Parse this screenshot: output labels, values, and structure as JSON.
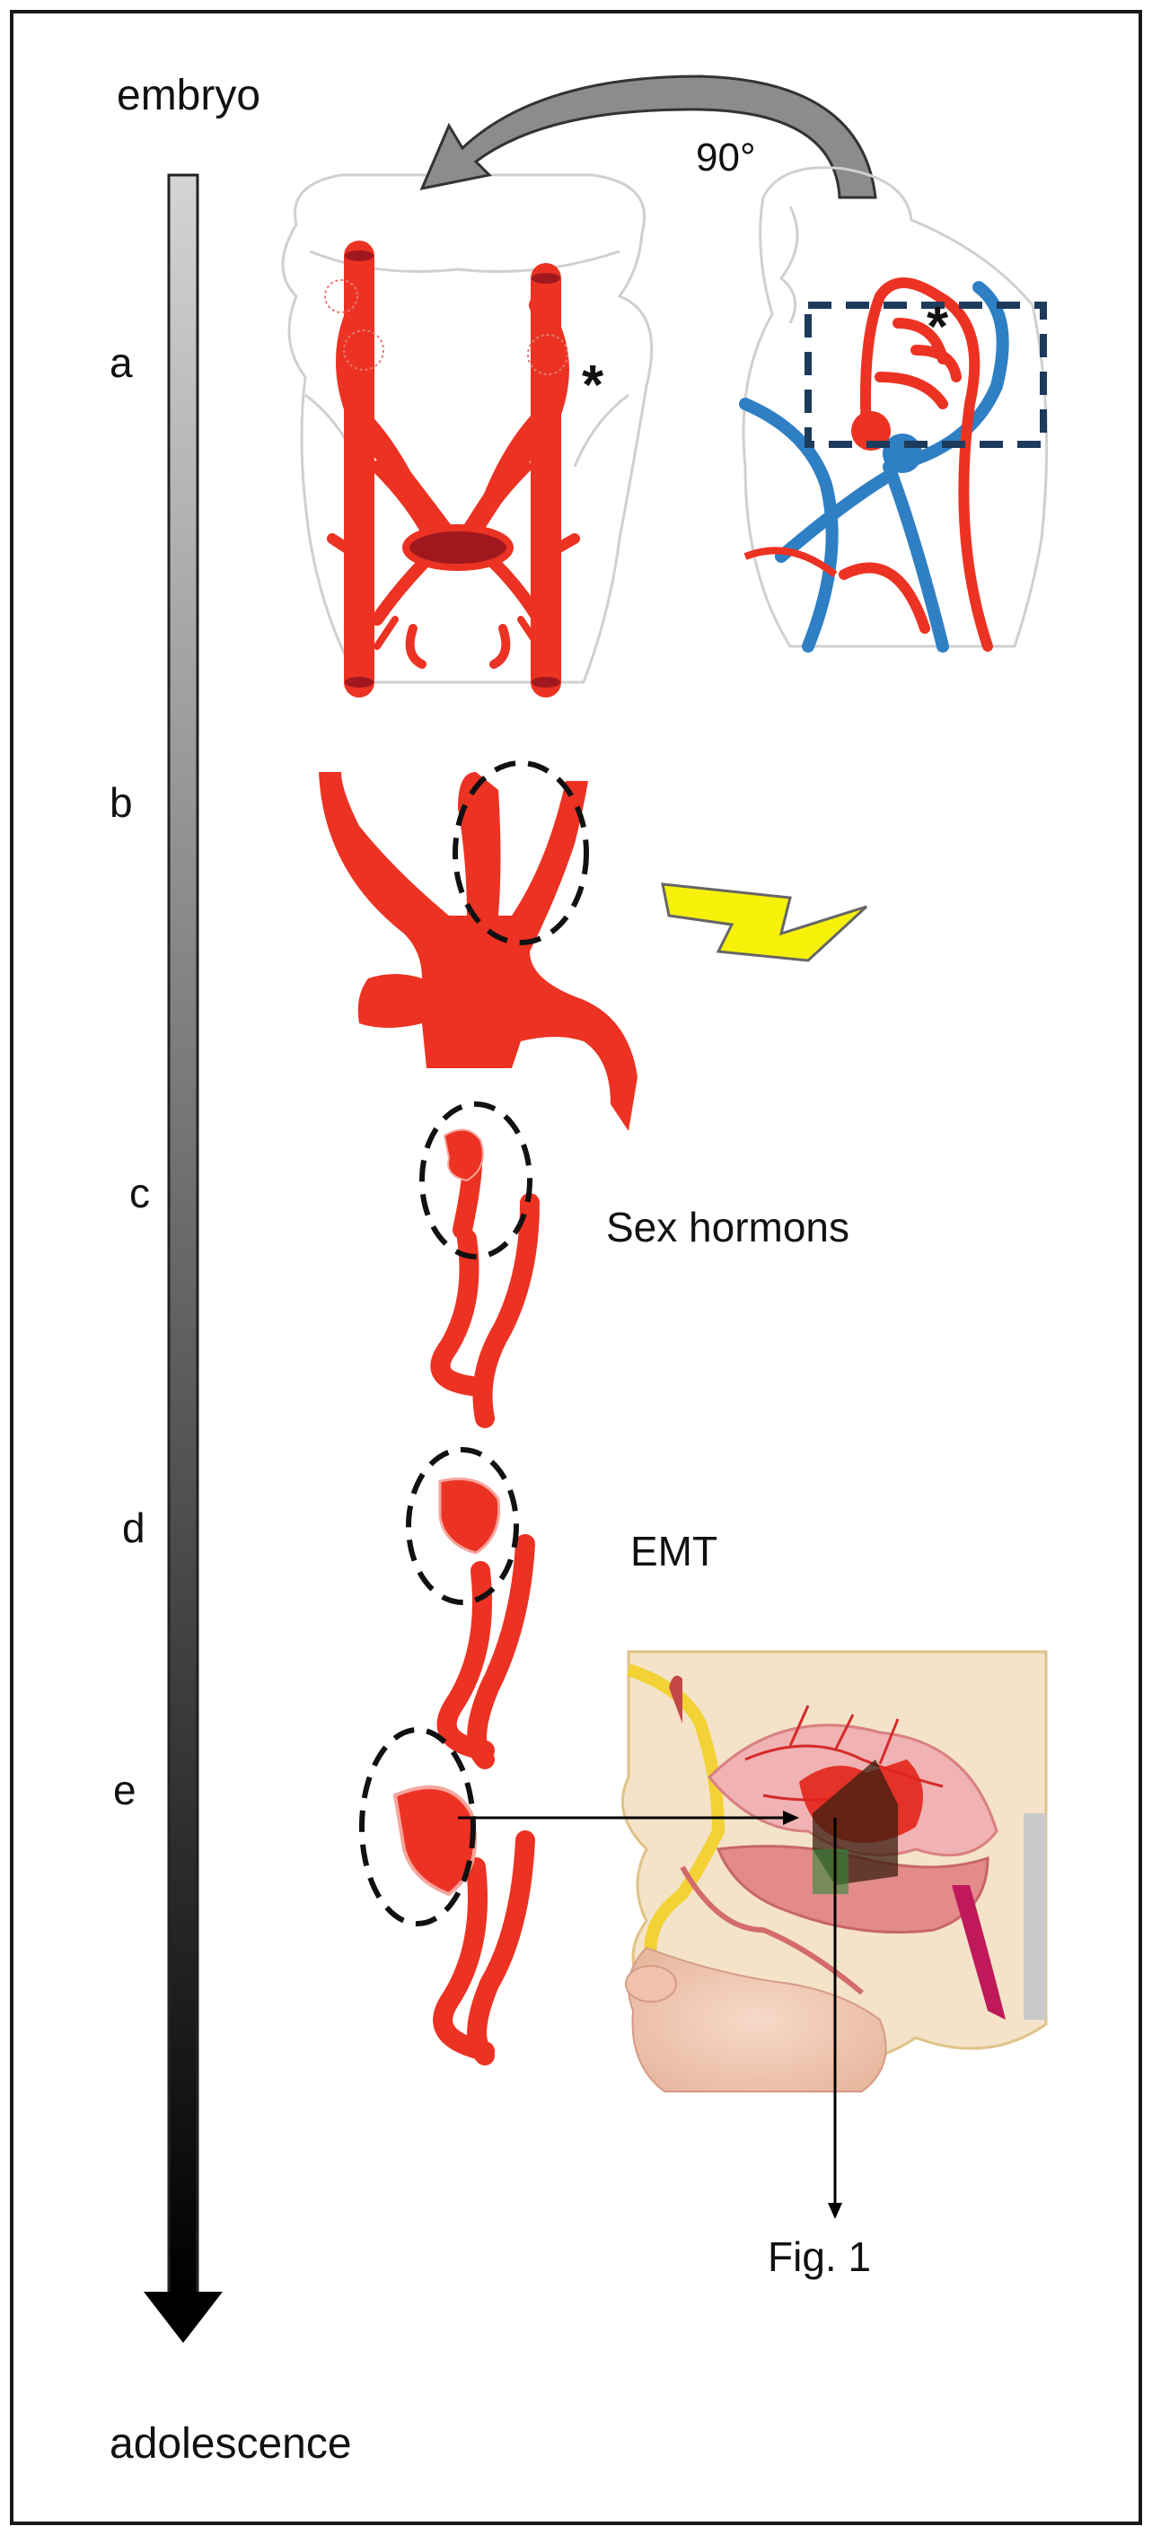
{
  "timeline": {
    "start_label": "embryo",
    "end_label": "adolescence"
  },
  "stages": [
    {
      "letter": "a"
    },
    {
      "letter": "b"
    },
    {
      "letter": "c",
      "note": "Sex hormons"
    },
    {
      "letter": "d",
      "note": "EMT"
    },
    {
      "letter": "e"
    }
  ],
  "rotation_label": "90°",
  "asterisk_1": "*",
  "asterisk_2": "*",
  "figure_ref": "Fig. 1",
  "colors": {
    "artery": "#ec3223",
    "artery_dark": "#b21a1a",
    "vein": "#2f7fc4",
    "dashed_box": "#1e3a5c",
    "lightning": "#f7f10a"
  }
}
